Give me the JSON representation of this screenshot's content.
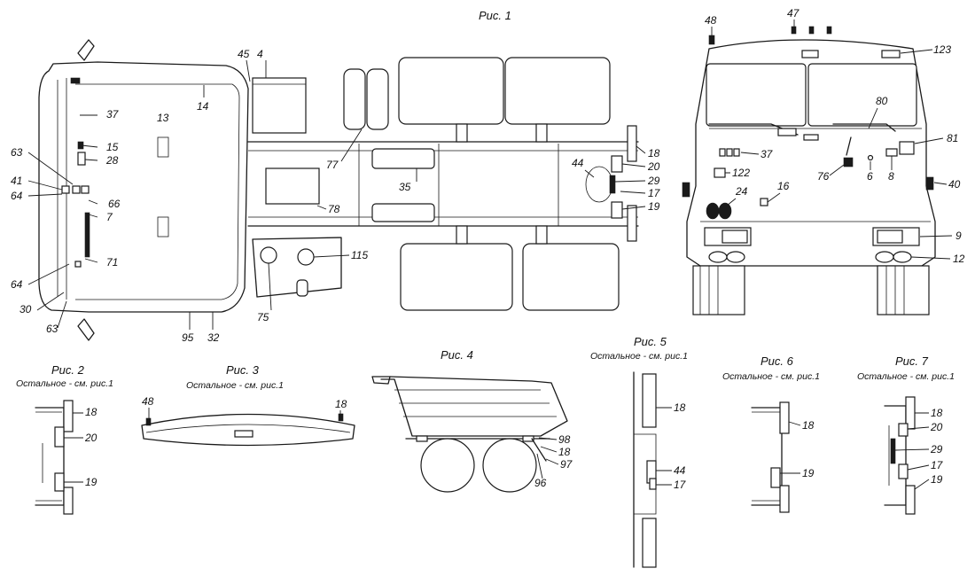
{
  "figures": {
    "fig1": {
      "caption": "Рис. 1"
    },
    "fig2": {
      "caption": "Рис. 2",
      "note": "Остальное - см. рис.1"
    },
    "fig3": {
      "caption": "Рис. 3",
      "note": "Остальное - см. рис.1"
    },
    "fig4": {
      "caption": "Рис. 4"
    },
    "fig5": {
      "caption": "Рис. 5",
      "note": "Остальное - см. рис.1"
    },
    "fig6": {
      "caption": "Рис. 6",
      "note": "Остальное - см. рис.1"
    },
    "fig7": {
      "caption": "Рис. 7",
      "note": "Остальное - см. рис.1"
    }
  },
  "callouts": {
    "fig1_top": [
      "45",
      "4",
      "63",
      "41",
      "64",
      "15",
      "28",
      "37",
      "13",
      "14",
      "66",
      "7",
      "71",
      "64",
      "30",
      "63",
      "95",
      "32",
      "77",
      "35",
      "78",
      "75",
      "115",
      "44",
      "18",
      "20",
      "29",
      "17",
      "19"
    ],
    "fig1_front": [
      "48",
      "47",
      "123",
      "80",
      "81",
      "37",
      "122",
      "76",
      "6",
      "8",
      "40",
      "16",
      "24",
      "9",
      "12"
    ],
    "fig2": [
      "18",
      "20",
      "19"
    ],
    "fig3": [
      "48",
      "18"
    ],
    "fig4": [
      "98",
      "18",
      "97",
      "96"
    ],
    "fig5": [
      "18",
      "44",
      "17"
    ],
    "fig6": [
      "18",
      "19"
    ],
    "fig7": [
      "18",
      "20",
      "29",
      "17",
      "19"
    ]
  }
}
